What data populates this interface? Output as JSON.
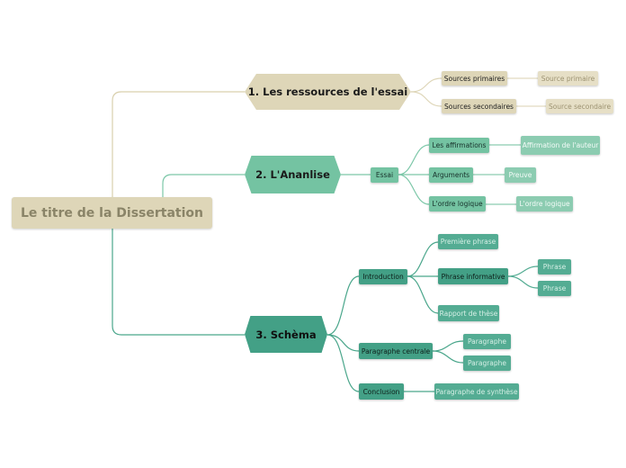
{
  "root": "Le titre de la Dissertation",
  "section1": {
    "title": "1. Les ressources de l'essai",
    "primary": "Sources primaires",
    "primary_child": "Source primaire",
    "secondary": "Sources secondaires",
    "secondary_child": "Source secondaire"
  },
  "section2": {
    "title": "2. L'Ananlise",
    "hub": "Essai",
    "claims": "Les affirmations",
    "claims_child": "Affirmation de l'auteur",
    "arguments": "Arguments",
    "arguments_child": "Preuve",
    "logic": "L'ordre logique",
    "logic_child": "L'ordre logique"
  },
  "section3": {
    "title": "3. Schèma",
    "intro": "Introduction",
    "first_sentence": "Première phrase",
    "info_sentence": "Phrase informative",
    "phrase_a": "Phrase",
    "phrase_b": "Phrase",
    "thesis": "Rapport de thèse",
    "central": "Paragraphe centrale",
    "para_a": "Paragraphe",
    "para_b": "Paragraphe",
    "conclusion": "Conclusion",
    "synthesis": "Paragraphe de synthèse"
  },
  "colors": {
    "tan": "#ded6b8",
    "mint": "#74c3a2",
    "teal": "#43a086",
    "tan_line": "#d6cda8",
    "mint_line": "#7cc7a8",
    "teal_line": "#4aa68b"
  }
}
